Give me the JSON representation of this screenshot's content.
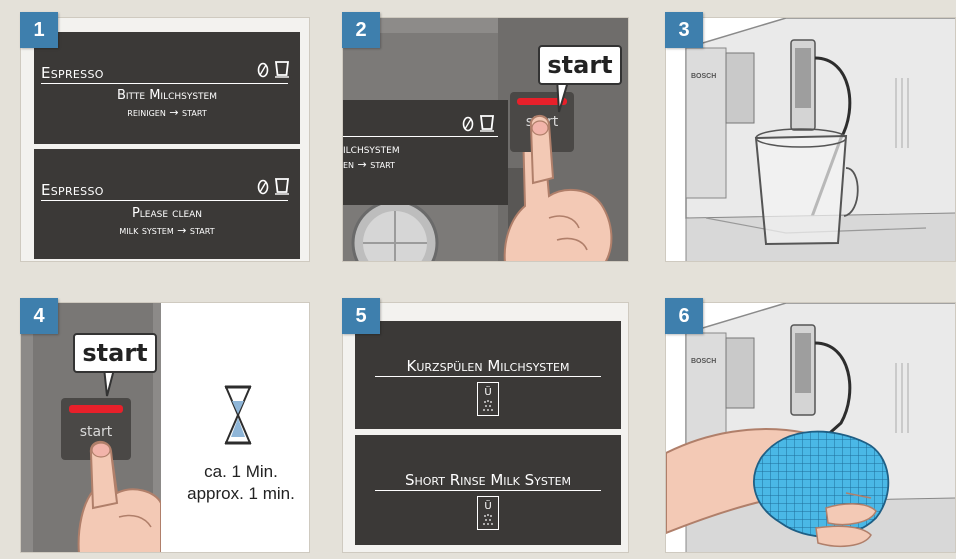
{
  "steps": [
    {
      "number": "1"
    },
    {
      "number": "2"
    },
    {
      "number": "3"
    },
    {
      "number": "4"
    },
    {
      "number": "5"
    },
    {
      "number": "6"
    }
  ],
  "step1": {
    "screen_de": {
      "title": "Espresso",
      "line1": "Bitte Milchsystem",
      "line2": "reinigen → start"
    },
    "screen_en": {
      "title": "Espresso",
      "line1": "Please clean",
      "line2": "milk system → start"
    }
  },
  "step2": {
    "callout": "start",
    "button_label": "start",
    "partial_line1": "ilchsystem",
    "partial_line2": "en → start"
  },
  "step3": {
    "brand": "BOSCH"
  },
  "step4": {
    "callout": "start",
    "button_label": "start",
    "duration_de": "ca. 1 Min.",
    "duration_en": "approx. 1 min."
  },
  "step5": {
    "title_de": "Kurzspülen Milchsystem",
    "title_en": "Short Rinse Milk System"
  },
  "step6": {
    "brand": "BOSCH"
  },
  "colors": {
    "badge": "#3e7fad",
    "screen": "#3b3937",
    "background": "#e4e1d9",
    "led": "#e8202a",
    "hourglass": "#8fb6d8",
    "cloth": "#4ab8e6"
  },
  "icons": [
    "coffee-bean-icon",
    "cup-icon",
    "hourglass-icon",
    "rinse-icon",
    "arrow-icon"
  ]
}
